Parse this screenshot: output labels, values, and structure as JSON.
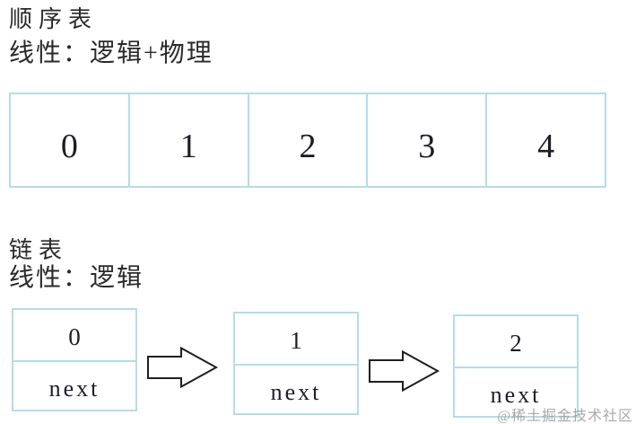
{
  "colors": {
    "border": "#b4dcea",
    "text": "#2a2a2a",
    "value": "#1d1d28",
    "arrow": "#1f1f1f",
    "watermark": "#a9a9a9",
    "background": "#ffffff"
  },
  "sequential_list": {
    "title": "顺序表",
    "subtitle": "线性：逻辑+物理",
    "cells": [
      "0",
      "1",
      "2",
      "3",
      "4"
    ]
  },
  "linked_list": {
    "title": "链表",
    "subtitle": "线性：逻辑",
    "nodes": [
      {
        "value": "0",
        "pointer": "next"
      },
      {
        "value": "1",
        "pointer": "next"
      },
      {
        "value": "2",
        "pointer": "next"
      }
    ]
  },
  "watermark": {
    "text": "@稀土掘金技术社区"
  }
}
